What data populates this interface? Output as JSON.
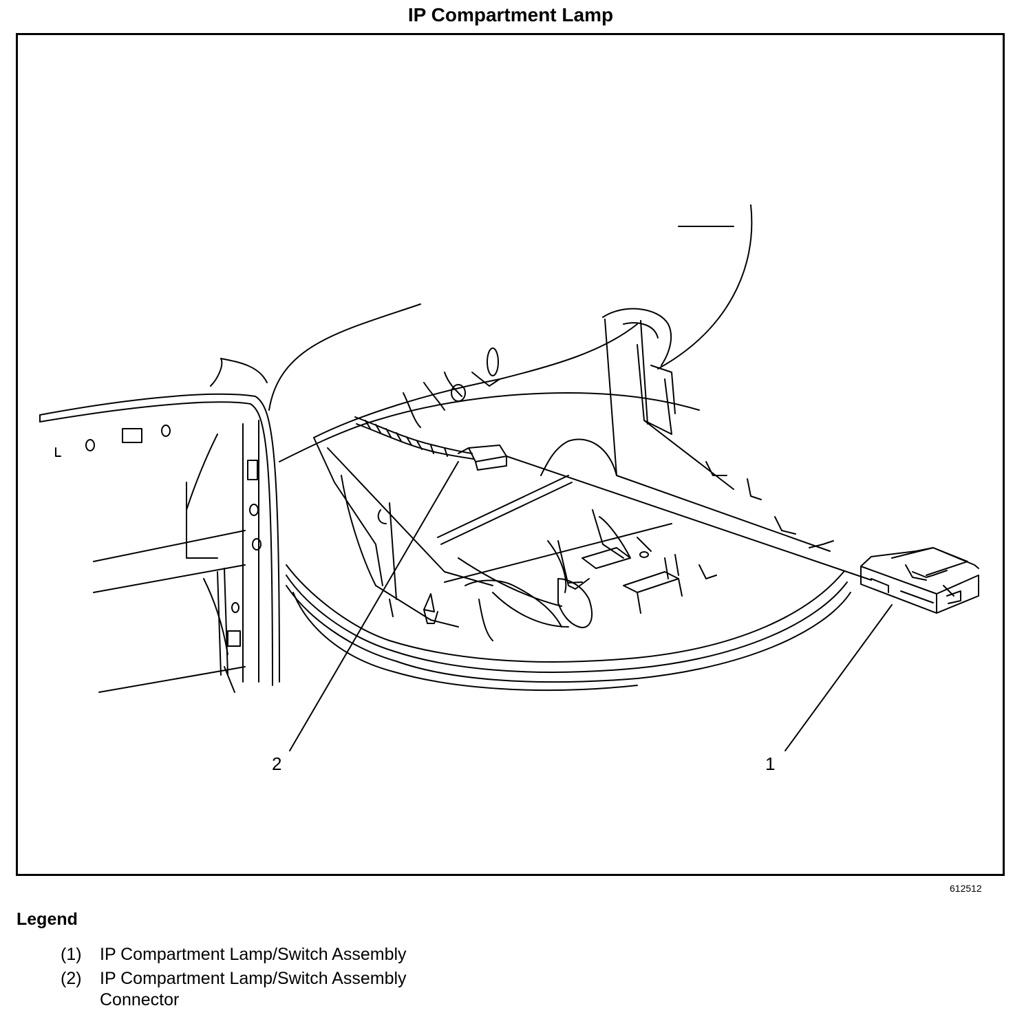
{
  "title": "IP Compartment Lamp",
  "callouts": {
    "one": "1",
    "two": "2"
  },
  "figure_id": "612512",
  "legend": {
    "heading": "Legend",
    "items": [
      {
        "num": "(1)",
        "text": "IP Compartment Lamp/Switch Assembly"
      },
      {
        "num": "(2)",
        "text": "IP Compartment Lamp/Switch Assembly Connector"
      }
    ]
  }
}
